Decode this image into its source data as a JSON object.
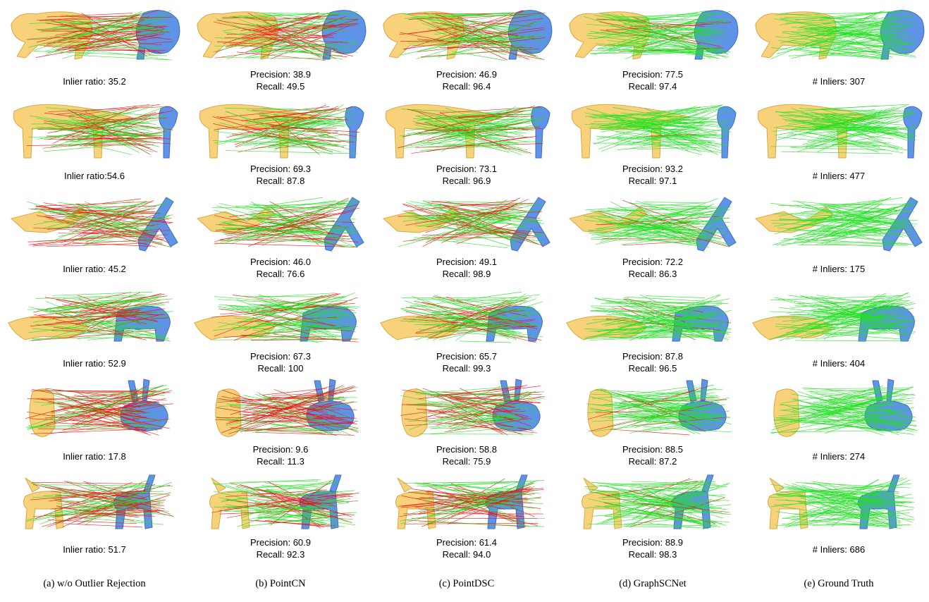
{
  "columns": [
    {
      "caption": "(a) w/o Outlier Rejection"
    },
    {
      "caption": "(b) PointCN"
    },
    {
      "caption": "(c) PointDSC"
    },
    {
      "caption": "(d) GraphSCNet"
    },
    {
      "caption": "(e) Ground Truth"
    }
  ],
  "rows": [
    {
      "shape": "bear",
      "cells": [
        {
          "lines": [
            "Inlier ratio: 35.2"
          ],
          "mix": 0.55
        },
        {
          "lines": [
            "Precision: 38.9",
            "Recall: 49.5"
          ],
          "mix": 0.5
        },
        {
          "lines": [
            "Precision: 46.9",
            "Recall: 96.4"
          ],
          "mix": 0.45
        },
        {
          "lines": [
            "Precision: 77.5",
            "Recall: 97.4"
          ],
          "mix": 0.1
        },
        {
          "lines": [
            "# Inliers: 307"
          ],
          "mix": 0.0
        }
      ]
    },
    {
      "shape": "deer",
      "cells": [
        {
          "lines": [
            "Inlier ratio:54.6"
          ],
          "mix": 0.4
        },
        {
          "lines": [
            "Precision: 69.3",
            "Recall: 87.8"
          ],
          "mix": 0.3
        },
        {
          "lines": [
            "Precision: 73.1",
            "Recall: 96.9"
          ],
          "mix": 0.25
        },
        {
          "lines": [
            "Precision: 93.2",
            "Recall: 97.1"
          ],
          "mix": 0.05
        },
        {
          "lines": [
            "# Inliers: 477"
          ],
          "mix": 0.0
        }
      ]
    },
    {
      "shape": "thin",
      "cells": [
        {
          "lines": [
            "Inlier ratio: 45.2"
          ],
          "mix": 0.55
        },
        {
          "lines": [
            "Precision: 46.0",
            "Recall: 76.6"
          ],
          "mix": 0.45
        },
        {
          "lines": [
            "Precision: 49.1",
            "Recall: 98.9"
          ],
          "mix": 0.4
        },
        {
          "lines": [
            "Precision: 72.2",
            "Recall: 86.3"
          ],
          "mix": 0.2
        },
        {
          "lines": [
            "# Inliers: 175"
          ],
          "mix": 0.0
        }
      ]
    },
    {
      "shape": "cat",
      "cells": [
        {
          "lines": [
            "Inlier ratio: 52.9"
          ],
          "mix": 0.4
        },
        {
          "lines": [
            "Precision: 67.3",
            "Recall: 100"
          ],
          "mix": 0.3
        },
        {
          "lines": [
            "Precision: 65.7",
            "Recall: 99.3"
          ],
          "mix": 0.3
        },
        {
          "lines": [
            "Precision: 87.8",
            "Recall: 96.5"
          ],
          "mix": 0.08
        },
        {
          "lines": [
            "# Inliers: 404"
          ],
          "mix": 0.0
        }
      ]
    },
    {
      "shape": "bunny",
      "cells": [
        {
          "lines": [
            "Inlier ratio: 17.8"
          ],
          "mix": 0.8
        },
        {
          "lines": [
            "Precision: 9.6",
            "Recall: 11.3"
          ],
          "mix": 0.75
        },
        {
          "lines": [
            "Precision: 58.8",
            "Recall: 75.9"
          ],
          "mix": 0.45
        },
        {
          "lines": [
            "Precision: 88.5",
            "Recall: 87.2"
          ],
          "mix": 0.1
        },
        {
          "lines": [
            "# Inliers: 274"
          ],
          "mix": 0.0
        }
      ]
    },
    {
      "shape": "moose",
      "cells": [
        {
          "lines": [
            "Inlier ratio: 51.7"
          ],
          "mix": 0.45
        },
        {
          "lines": [
            "Precision: 60.9",
            "Recall: 92.3"
          ],
          "mix": 0.4
        },
        {
          "lines": [
            "Precision: 61.4",
            "Recall: 94.0"
          ],
          "mix": 0.4
        },
        {
          "lines": [
            "Precision: 88.9",
            "Recall: 98.3"
          ],
          "mix": 0.08
        },
        {
          "lines": [
            "# Inliers: 686"
          ],
          "mix": 0.0
        }
      ]
    }
  ],
  "colors": {
    "source_shape": "#f7d27a",
    "source_edge": "#d9a846",
    "target_shape": "#5f93e8",
    "target_edge": "#3d6cc4",
    "inlier": "#22e022",
    "outlier": "#ee1111"
  }
}
